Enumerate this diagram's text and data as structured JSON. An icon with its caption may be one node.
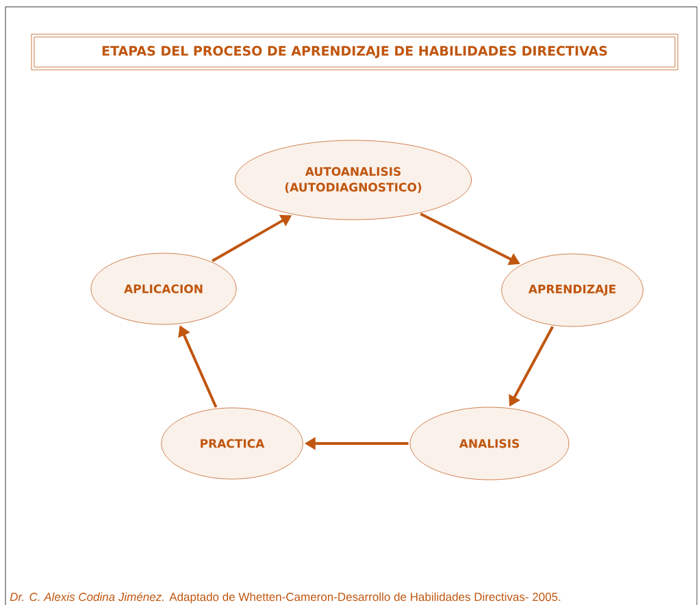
{
  "diagram": {
    "title": "ETAPAS DEL PROCESO DE APRENDIZAJE DE HABILIDADES DIRECTIVAS",
    "caption": "*Dr. C. Alexis Codina Jiménez.* Adaptado de Whetten-Cameron-Desarrollo de Habilidades Directivas- 2005.",
    "nodes": [
      {
        "text": [
          "AUTOANALISIS (AUTODIAGNOSTICO)"
        ]
      },
      {
        "text": [
          "APRENDIZAJE"
        ]
      },
      {
        "text": [
          "ANALISIS"
        ]
      },
      {
        "text": [
          "PRACTICA"
        ]
      },
      {
        "text": [
          "APLICACION"
        ]
      }
    ],
    "edges": [
      {
        "from": 0,
        "to": 1,
        "arrow": "to"
      },
      {
        "from": 1,
        "to": 2,
        "arrow": "to"
      },
      {
        "from": 2,
        "to": 3,
        "arrow": "to"
      },
      {
        "from": 3,
        "to": 4,
        "arrow": "to"
      },
      {
        "from": 4,
        "to": 0,
        "arrow": "to"
      }
    ]
  }
}
